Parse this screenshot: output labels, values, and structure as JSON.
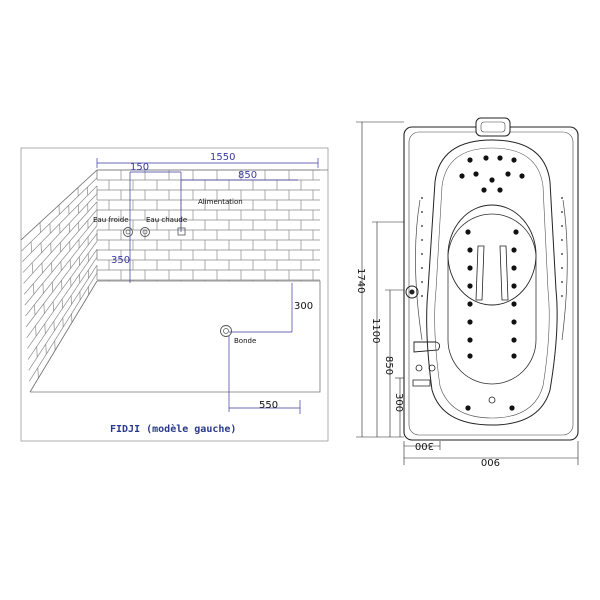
{
  "left_view": {
    "dimensions": {
      "d1550": "1550",
      "d150": "150",
      "d850": "850",
      "d350": "350",
      "d300": "300",
      "d550": "550"
    },
    "labels": {
      "cold_water": "Eau froide",
      "hot_water": "Eau chaude",
      "supply": "Alimentation",
      "drain": "Bonde"
    },
    "caption": "FIDJI (modèle gauche)"
  },
  "right_view": {
    "dimensions": {
      "d1740": "1740",
      "d1100": "1100",
      "d850": "850",
      "d300": "300",
      "d300_bottom": "300",
      "d900": "900"
    }
  },
  "colors": {
    "blue_dim": "#3a3aa0",
    "line": "#111111",
    "wall": "#888888"
  }
}
